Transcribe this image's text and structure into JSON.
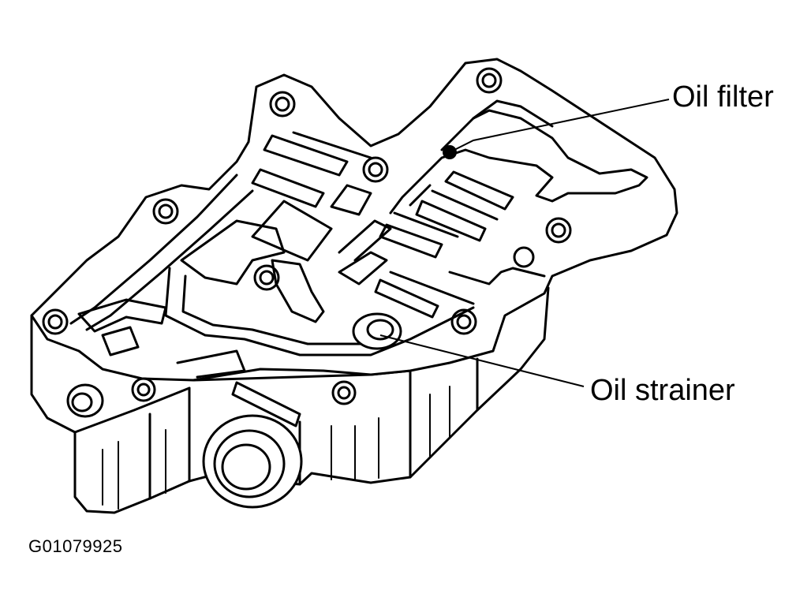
{
  "labels": {
    "oil_filter": "Oil filter",
    "oil_strainer": "Oil strainer",
    "figure_code": "G01079925"
  },
  "colors": {
    "ink": "#000000",
    "paper": "#ffffff"
  }
}
